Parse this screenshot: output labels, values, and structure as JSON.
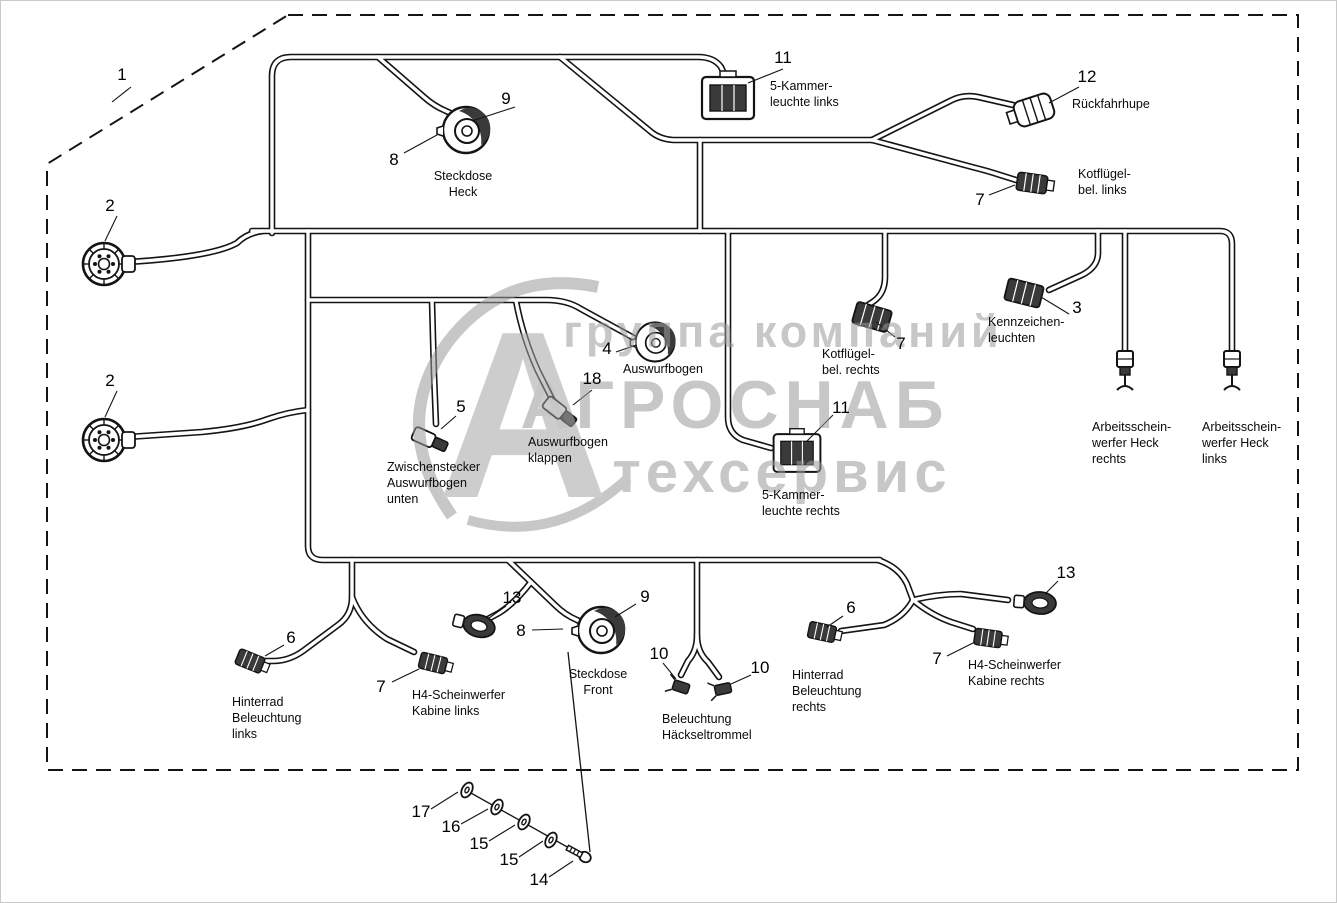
{
  "watermark": {
    "logo_letter": "А",
    "line1": "группа компаний",
    "line2": "АГРОСНАБ",
    "line3": "техсервис",
    "color": "#9b9b9b"
  },
  "colors": {
    "line": "#141414",
    "background": "#ffffff",
    "connector_dark": "#3a3a3a"
  },
  "callouts": {
    "n1": "1",
    "n2a": "2",
    "n2b": "2",
    "n3": "3",
    "n4": "4",
    "n5": "5",
    "n6a": "6",
    "n6b": "6",
    "n7a": "7",
    "n7b": "7",
    "n7c": "7",
    "n7d": "7",
    "n8a": "8",
    "n8b": "8",
    "n9a": "9",
    "n9b": "9",
    "n10a": "10",
    "n10b": "10",
    "n11a": "11",
    "n11b": "11",
    "n12": "12",
    "n13a": "13",
    "n13b": "13",
    "n14": "14",
    "n15a": "15",
    "n15b": "15",
    "n16": "16",
    "n17": "17",
    "n18": "18"
  },
  "labels": {
    "steckdose_heck": "Steckdose\nHeck",
    "kammer_links": "5-Kammer-\nleuchte links",
    "rueckfahrhupe": "Rückfahrhupe",
    "kotfluegel_links": "Kotflügel-\nbel. links",
    "kennzeichenleuchten": "Kennzeichen-\nleuchten",
    "kotfluegel_rechts": "Kotflügel-\nbel. rechts",
    "auswurfbogen": "Auswurfbogen",
    "auswurfbogen_klappen": "Auswurfbogen\nklappen",
    "zwischenstecker": "Zwischenstecker\nAuswurfbogen\nunten",
    "kammer_rechts": "5-Kammer-\nleuchte rechts",
    "arbeitsscheinwerfer_rechts": "Arbeitsschein-\nwerfer Heck\nrechts",
    "arbeitsscheinwerfer_links": "Arbeitsschein-\nwerfer Heck\nlinks",
    "hinterrad_links": "Hinterrad\nBeleuchtung\nlinks",
    "h4_links": "H4-Scheinwerfer\nKabine links",
    "steckdose_front": "Steckdose\nFront",
    "haeckseltrommel": "Beleuchtung\nHäckseltrommel",
    "hinterrad_rechts": "Hinterrad\nBeleuchtung\nrechts",
    "h4_rechts": "H4-Scheinwerfer\nKabine rechts"
  }
}
